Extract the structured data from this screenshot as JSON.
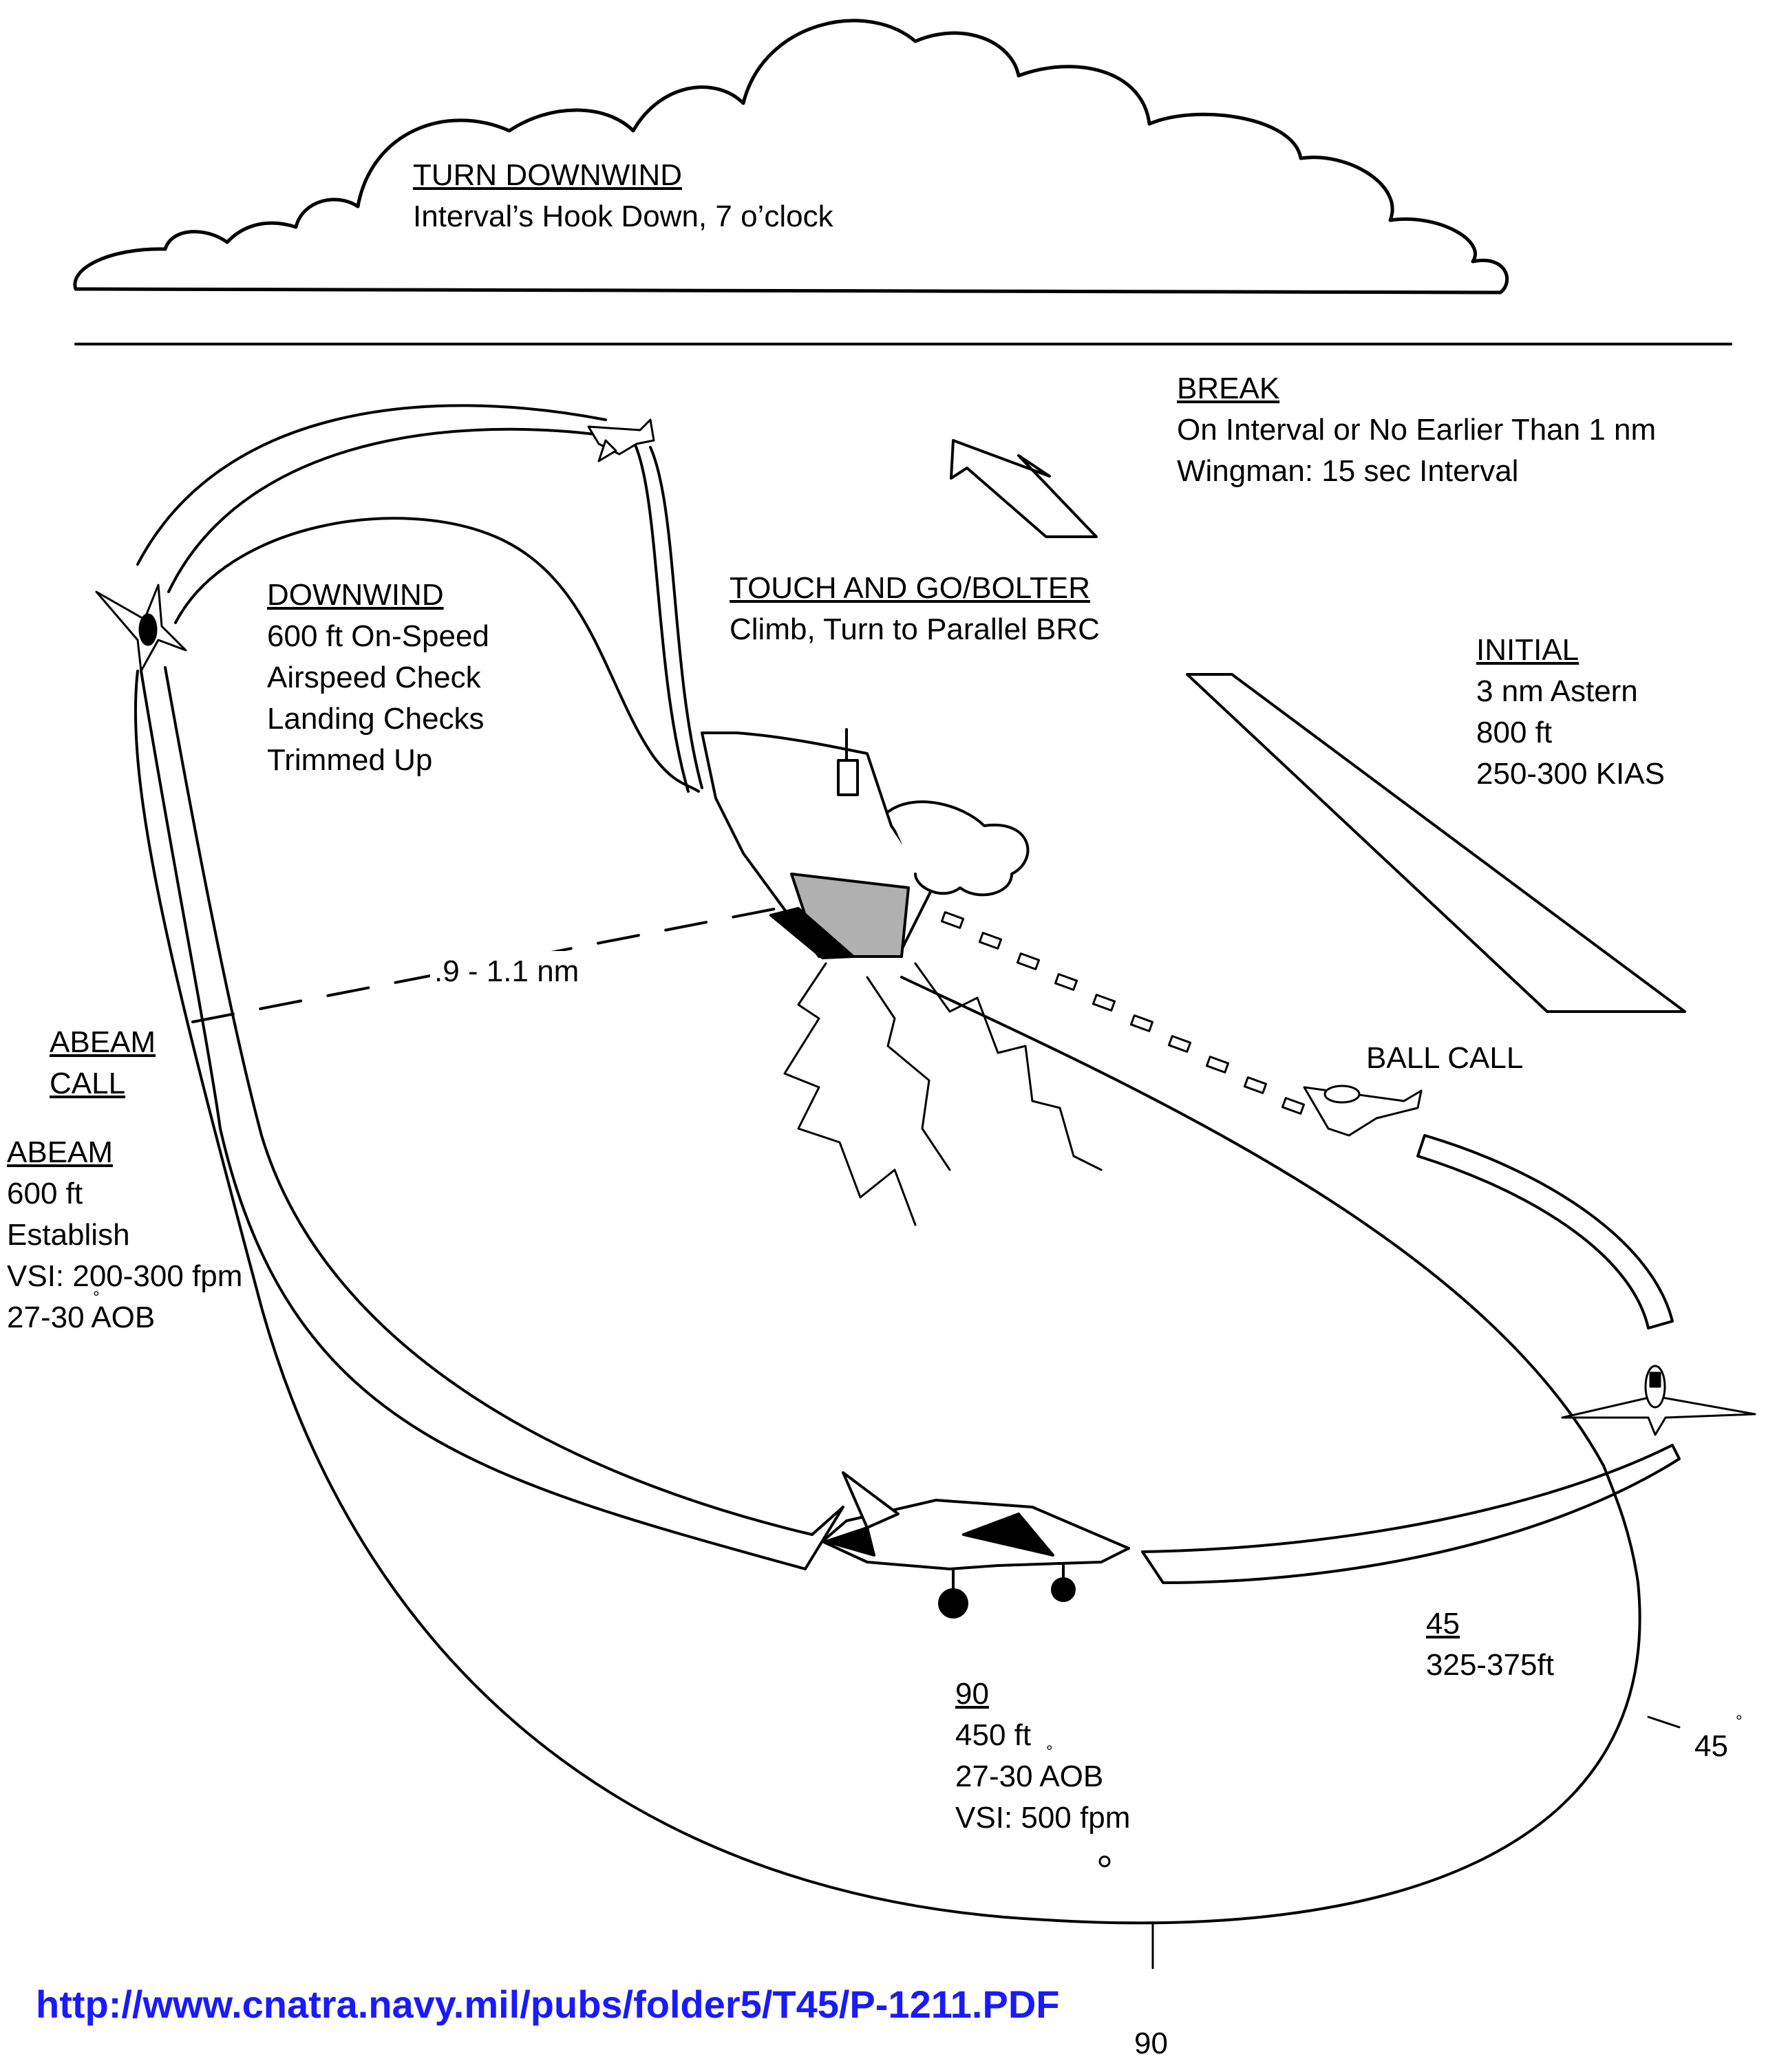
{
  "turn_downwind": {
    "title": "TURN DOWNWIND",
    "lines": [
      "Interval’s Hook Down, 7 o’clock"
    ]
  },
  "break": {
    "title": "BREAK",
    "lines": [
      "On Interval or No Earlier Than 1 nm",
      "Wingman: 15 sec Interval"
    ]
  },
  "touch_and_go": {
    "title": "TOUCH AND GO/BOLTER",
    "lines": [
      "Climb, Turn to Parallel BRC"
    ]
  },
  "downwind": {
    "title": "DOWNWIND",
    "lines": [
      "600 ft On-Speed",
      "Airspeed Check",
      "Landing Checks",
      "Trimmed Up"
    ]
  },
  "initial": {
    "title": "INITIAL",
    "lines": [
      "3 nm Astern",
      "800 ft",
      "250-300 KIAS"
    ]
  },
  "distance": ".9 - 1.1 nm",
  "abeam_call": {
    "lines": [
      "ABEAM",
      "CALL"
    ]
  },
  "abeam": {
    "title": "ABEAM",
    "lines": [
      "600 ft",
      "Establish",
      "VSI:  200-300 fpm",
      "27-30  AOB"
    ]
  },
  "ball_call": "BALL CALL",
  "pos_45": {
    "title": "45",
    "lines": [
      "325-375ft"
    ]
  },
  "pos_90": {
    "title": "90",
    "lines": [
      "450 ft",
      "27-30  AOB",
      "VSI:  500 fpm"
    ]
  },
  "marker_45": "45",
  "marker_90": "90",
  "degree_symbol": "°",
  "source_url": "http://www.cnatra.navy.mil/pubs/folder5/T45/P-1211.PDF",
  "colors": {
    "url": "#1a1aff",
    "line": "#000000",
    "shade": "#b0b0b0"
  }
}
